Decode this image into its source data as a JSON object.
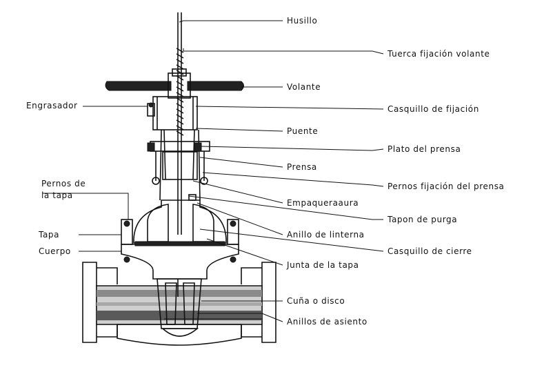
{
  "labels": {
    "husillo": "Husillo",
    "tuerca": "Tuerca fijación volante",
    "volante": "Volante",
    "engrasador": "Engrasador",
    "casquillo_fijacion": "Casquillo de fijación",
    "puente": "Puente",
    "plato_prensa": "Plato del prensa",
    "prensa": "Prensa",
    "pernos_tapa_1": "Pernos de",
    "pernos_tapa_2": "la tapa",
    "pernos_fijacion_prensa": "Pernos fijación del prensa",
    "empaquetadura": "Empaqueraaura",
    "tapon_purga": "Tapon de purga",
    "tapa": "Tapa",
    "anillo_linterna": "Anillo de linterna",
    "cuerpo": "Cuerpo",
    "casquillo_cierre": "Casquillo de cierre",
    "junta_tapa": "Junta de la tapa",
    "cuna_disco": "Cuña o disco",
    "anillos_asiento": "Anillos de asiento"
  }
}
